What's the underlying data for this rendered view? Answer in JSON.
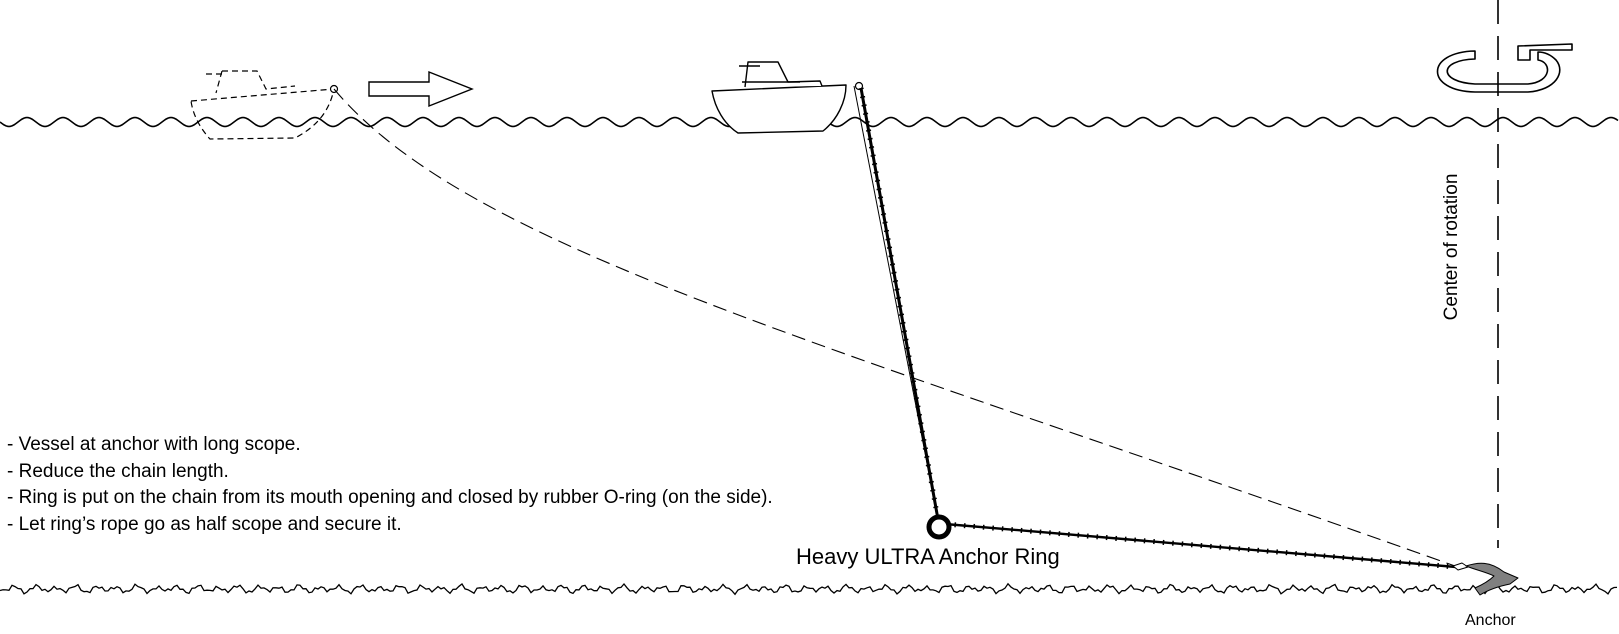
{
  "notes": [
    "- Vessel at anchor with long scope.",
    "- Reduce the chain length.",
    "- Ring is put on the chain from its mouth opening and closed by rubber O-ring (on the side).",
    "- Let ring’s rope go as half scope and secure it."
  ],
  "labels": {
    "ring": "Heavy ULTRA Anchor Ring",
    "anchor": "Anchor",
    "rotation_axis": "Center of rotation"
  },
  "icons": {
    "rotation": "rotation-arrow-icon",
    "direction": "right-arrow-icon",
    "vessel": "boat-icon",
    "anchor": "anchor-icon",
    "ring": "ring-icon"
  },
  "colors": {
    "line": "#000000",
    "anchor_fill": "#808080",
    "background": "#ffffff"
  }
}
